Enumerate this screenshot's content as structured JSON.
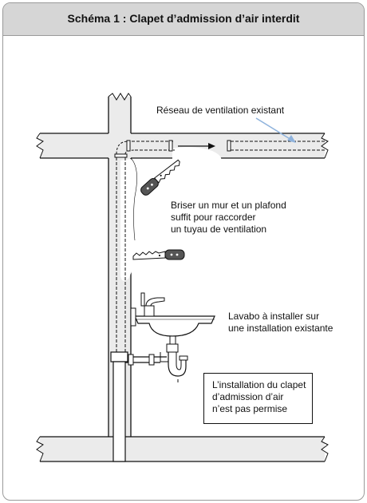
{
  "title": "Schéma 1 : Clapet d’admission d’air interdit",
  "labels": {
    "existing_network": "Réseau de ventilation existant",
    "break_wall": [
      "Briser un mur et un plafond",
      "suffit pour raccorder",
      "un tuyau de ventilation"
    ],
    "sink": [
      "Lavabo à installer sur",
      "une installation existante"
    ]
  },
  "notice": [
    "L’installation du clapet",
    "d’admission d’air",
    "n’est pas permise"
  ],
  "colors": {
    "header_bg": "#d6d6d6",
    "frame_border": "#9a9a9a",
    "wall_fill": "#ebebeb",
    "line": "#111111",
    "arrow_blue": "#8fb3dd"
  },
  "icons": [
    "saw-icon",
    "saw-icon",
    "faucet-icon",
    "p-trap-icon"
  ]
}
